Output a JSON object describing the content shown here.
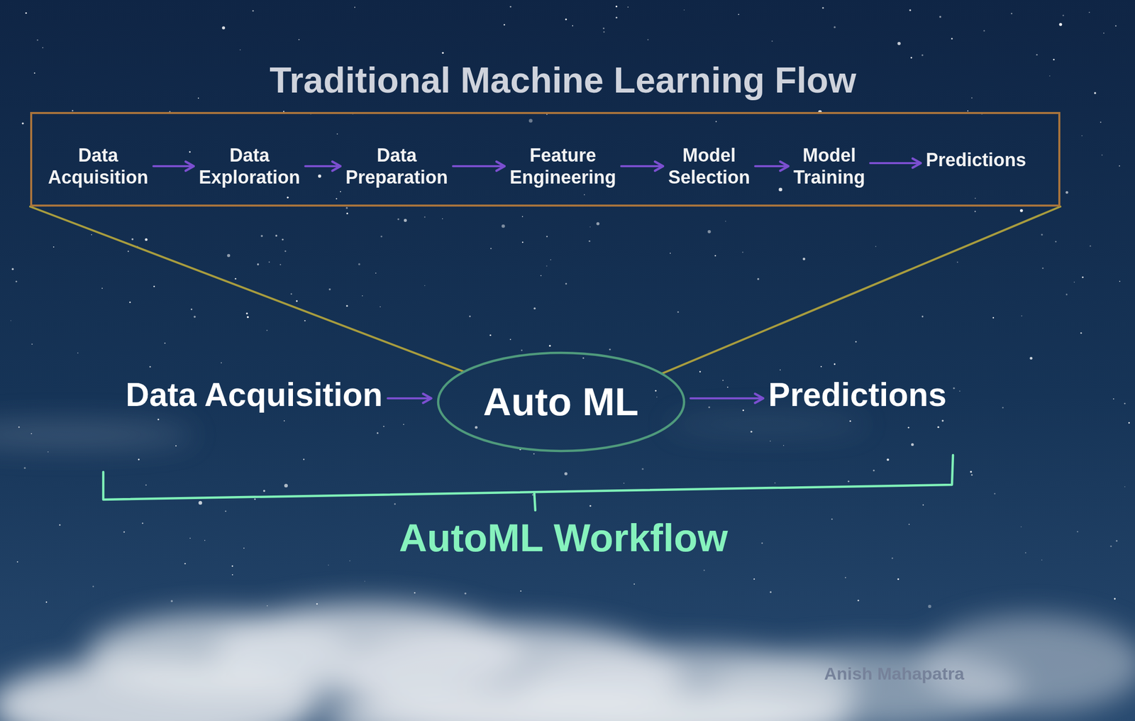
{
  "diagram": {
    "nodes": [
      {
        "text": [
          "Traditional Machine Learning Flow"
        ]
      },
      {
        "text": [
          "Data Acquisition"
        ],
        "in": 0
      },
      {
        "text": [
          "Data Exploration"
        ],
        "in": 0
      },
      {
        "text": [
          "Data Preparation"
        ],
        "in": 0
      },
      {
        "text": [
          "Feature Engineering"
        ],
        "in": 0
      },
      {
        "text": [
          "Model Selection"
        ],
        "in": 0
      },
      {
        "text": [
          "Model Training"
        ],
        "in": 0
      },
      {
        "text": [
          "Predictions"
        ],
        "in": 0
      },
      {
        "text": [
          "Data Acquisition"
        ]
      },
      {
        "text": [
          "Auto ML"
        ]
      },
      {
        "text": [
          "Predictions"
        ]
      }
    ],
    "edges": [
      {
        "from": 1,
        "to": 2,
        "arrow": "to"
      },
      {
        "from": 2,
        "to": 3,
        "arrow": "to"
      },
      {
        "from": 3,
        "to": 4,
        "arrow": "to"
      },
      {
        "from": 4,
        "to": 5,
        "arrow": "to"
      },
      {
        "from": 5,
        "to": 6,
        "arrow": "to"
      },
      {
        "from": 6,
        "to": 7,
        "arrow": "to"
      },
      {
        "from": 8,
        "to": 9,
        "arrow": "to"
      },
      {
        "from": 9,
        "to": 10,
        "arrow": "to"
      },
      {
        "from": 0,
        "to": 9,
        "arrow": "none"
      },
      {
        "from": 0,
        "to": 9,
        "arrow": "none"
      }
    ],
    "labels": [
      "AutoML Workflow",
      "Anish Mahapatra"
    ]
  }
}
